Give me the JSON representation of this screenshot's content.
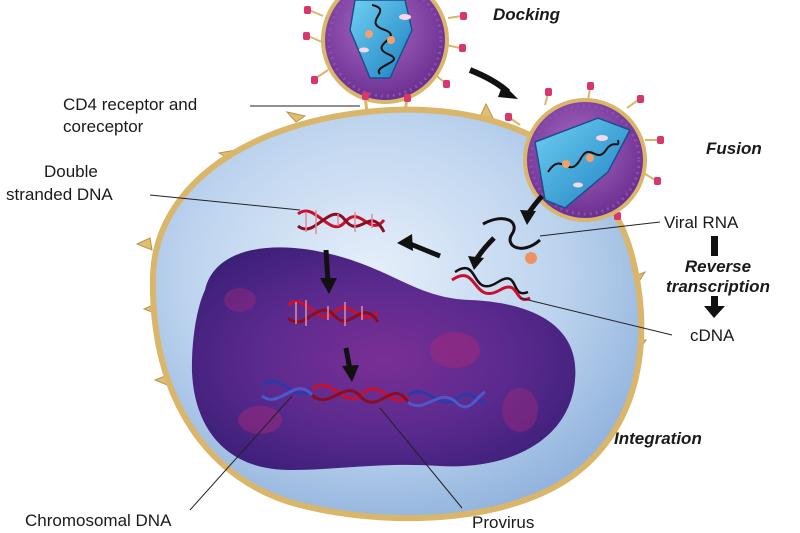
{
  "stages": {
    "docking": "Docking",
    "fusion": "Fusion",
    "reverse": "Reverse",
    "transcription": "transcription",
    "integration": "Integration"
  },
  "labels": {
    "cd4_line1": "CD4 receptor and",
    "cd4_line2": "coreceptor",
    "dsdna_line1": "Double",
    "dsdna_line2": "stranded DNA",
    "viral_rna": "Viral RNA",
    "cdna": "cDNA",
    "chromosomal_dna": "Chromosomal DNA",
    "provirus": "Provirus"
  },
  "colors": {
    "cell_fill": "#bcd3ee",
    "cell_rim": "#d9b66a",
    "nucleus": "#5b2a8e",
    "virus_outer": "#7b3fa0",
    "virus_core": "#2a9fd6",
    "dna_red": "#c8102e",
    "dna_blue": "#2b3aa8",
    "spike_pink": "#d9366b"
  }
}
